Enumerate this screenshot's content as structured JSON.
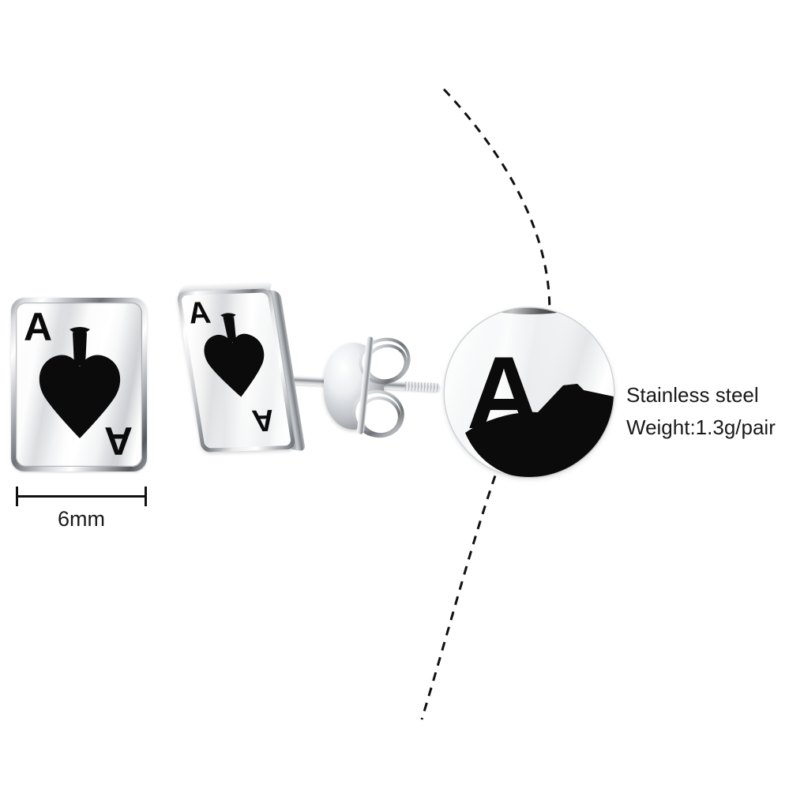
{
  "product": {
    "name": "Ace of Spades Stainless Steel Stud Earrings",
    "background_color": "#ffffff",
    "metal_color": "#d9dbdd",
    "enamel_color": "#0b0b0b",
    "text_color": "#1a1a1a"
  },
  "dimension": {
    "label": "6mm",
    "bar_name": "size-measure-bar"
  },
  "specs": {
    "material": "Stainless steel",
    "weight": "Weight:1.3g/pair"
  },
  "card_face": {
    "corner_letter_top": "A",
    "corner_letter_bottom": "A",
    "suit": "spade"
  },
  "zoom_detail": {
    "letter": "A",
    "suit": "spade",
    "callout": "magnified-detail"
  },
  "parts": {
    "card": "ace-of-spades-card",
    "post": "earring-post",
    "clutch": "butterfly-clutch-back"
  }
}
